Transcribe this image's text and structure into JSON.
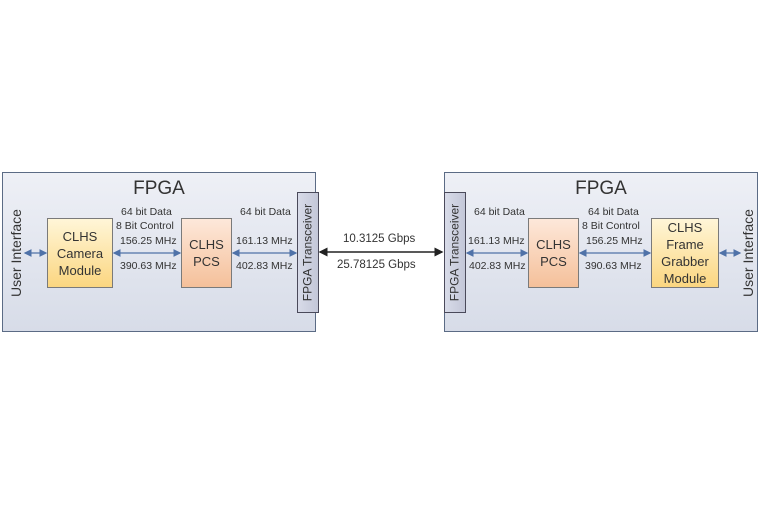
{
  "left_fpga": {
    "title": "FPGA",
    "user_interface": "User Interface",
    "camera_module": "CLHS Camera Module",
    "pcs": "CLHS PCS",
    "transceiver": "FPGA Transceiver",
    "link1_labels": [
      "64 bit Data",
      "8 Bit Control",
      "156.25 MHz",
      "390.63 MHz"
    ],
    "link2_labels": [
      "64 bit Data",
      "161.13 MHz",
      "402.83 MHz"
    ]
  },
  "right_fpga": {
    "title": "FPGA",
    "user_interface": "User Interface",
    "frame_grabber_module": "CLHS Frame Grabber Module",
    "pcs": "CLHS PCS",
    "transceiver": "FPGA Transceiver",
    "link1_labels": [
      "64 bit Data",
      "161.13 MHz",
      "402.83 MHz"
    ],
    "link2_labels": [
      "64 bit Data",
      "8 Bit Control",
      "156.25 MHz",
      "390.63 MHz"
    ]
  },
  "serial_link": {
    "rate1": "10.3125 Gbps",
    "rate2": "25.78125 Gbps"
  },
  "colors": {
    "arrow_blue": "#4f72a8",
    "arrow_black": "#222222"
  }
}
